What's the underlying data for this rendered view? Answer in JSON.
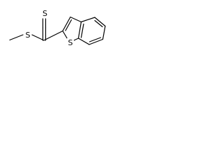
{
  "molecule": {
    "atoms": {
      "thione_sulfur": "S",
      "thioether_sulfur": "S",
      "ring_sulfur": "S"
    },
    "colors": {
      "bond": "#000000",
      "label": "#000000",
      "background": "#ffffff"
    }
  }
}
